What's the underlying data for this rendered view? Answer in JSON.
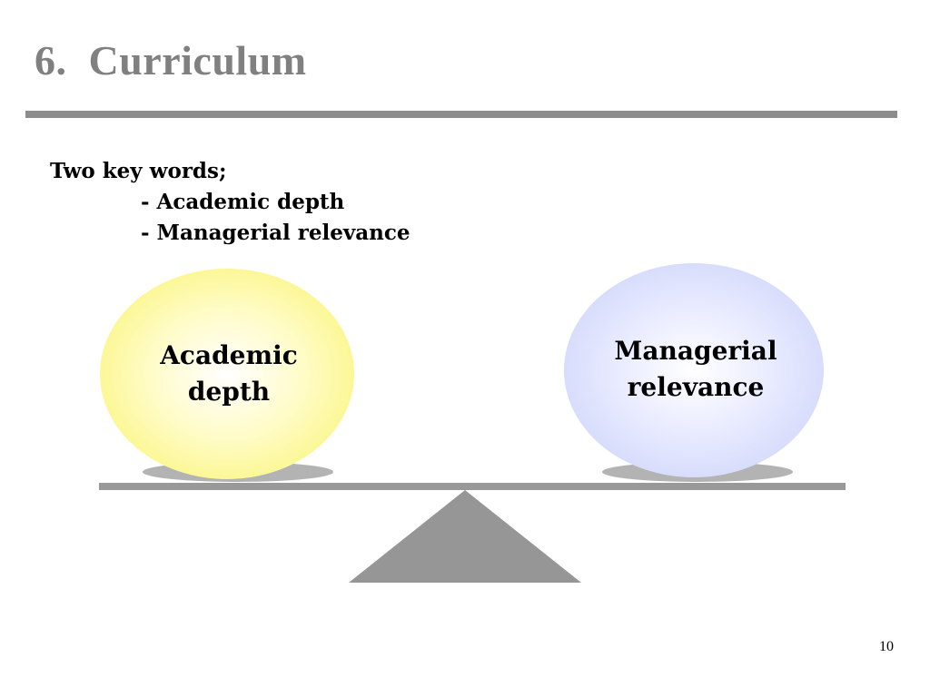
{
  "slide": {
    "title": "6.  Curriculum",
    "intro": {
      "heading": "Two key words;",
      "bullets": [
        "- Academic depth",
        "- Managerial relevance"
      ]
    },
    "balance": {
      "left": {
        "line1": "Academic",
        "line2": "depth",
        "color": "#fffb99"
      },
      "right": {
        "line1": "Managerial",
        "line2": "relevance",
        "color": "#d8deff"
      }
    },
    "page_number": "10",
    "colors": {
      "title": "#808080",
      "rule": "#8c8c8c",
      "beam": "#999999",
      "fulcrum": "#969696"
    }
  }
}
